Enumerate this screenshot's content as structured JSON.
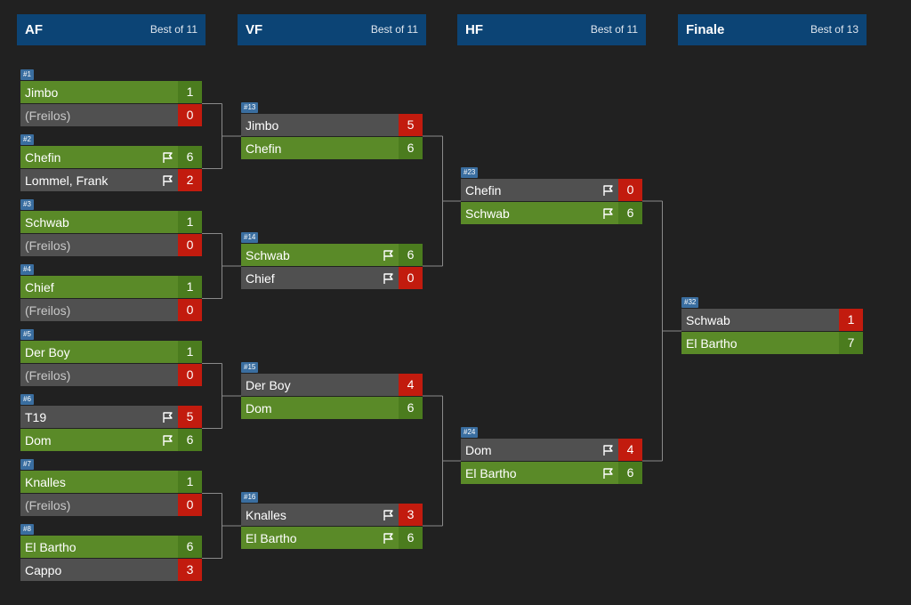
{
  "rounds": [
    {
      "name": "AF",
      "best_of": "Best of 11"
    },
    {
      "name": "VF",
      "best_of": "Best of 11"
    },
    {
      "name": "HF",
      "best_of": "Best of 11"
    },
    {
      "name": "Finale",
      "best_of": "Best of 13"
    }
  ],
  "matches": [
    {
      "round": 0,
      "slot": 0,
      "num": "#1",
      "players": [
        {
          "name": "Jimbo",
          "score": "1",
          "win": true,
          "flag": false,
          "bye": false
        },
        {
          "name": "(Freilos)",
          "score": "0",
          "win": false,
          "flag": false,
          "bye": true
        }
      ]
    },
    {
      "round": 0,
      "slot": 1,
      "num": "#2",
      "players": [
        {
          "name": "Chefin",
          "score": "6",
          "win": true,
          "flag": true,
          "bye": false
        },
        {
          "name": "Lommel, Frank",
          "score": "2",
          "win": false,
          "flag": true,
          "bye": false
        }
      ]
    },
    {
      "round": 0,
      "slot": 2,
      "num": "#3",
      "players": [
        {
          "name": "Schwab",
          "score": "1",
          "win": true,
          "flag": false,
          "bye": false
        },
        {
          "name": "(Freilos)",
          "score": "0",
          "win": false,
          "flag": false,
          "bye": true
        }
      ]
    },
    {
      "round": 0,
      "slot": 3,
      "num": "#4",
      "players": [
        {
          "name": "Chief",
          "score": "1",
          "win": true,
          "flag": false,
          "bye": false
        },
        {
          "name": "(Freilos)",
          "score": "0",
          "win": false,
          "flag": false,
          "bye": true
        }
      ]
    },
    {
      "round": 0,
      "slot": 4,
      "num": "#5",
      "players": [
        {
          "name": "Der Boy",
          "score": "1",
          "win": true,
          "flag": false,
          "bye": false
        },
        {
          "name": "(Freilos)",
          "score": "0",
          "win": false,
          "flag": false,
          "bye": true
        }
      ]
    },
    {
      "round": 0,
      "slot": 5,
      "num": "#6",
      "players": [
        {
          "name": "T19",
          "score": "5",
          "win": false,
          "flag": true,
          "bye": false
        },
        {
          "name": "Dom",
          "score": "6",
          "win": true,
          "flag": true,
          "bye": false
        }
      ]
    },
    {
      "round": 0,
      "slot": 6,
      "num": "#7",
      "players": [
        {
          "name": "Knalles",
          "score": "1",
          "win": true,
          "flag": false,
          "bye": false
        },
        {
          "name": "(Freilos)",
          "score": "0",
          "win": false,
          "flag": false,
          "bye": true
        }
      ]
    },
    {
      "round": 0,
      "slot": 7,
      "num": "#8",
      "players": [
        {
          "name": "El Bartho",
          "score": "6",
          "win": true,
          "flag": false,
          "bye": false
        },
        {
          "name": "Cappo",
          "score": "3",
          "win": false,
          "flag": false,
          "bye": false
        }
      ]
    },
    {
      "round": 1,
      "slot": 0,
      "num": "#13",
      "players": [
        {
          "name": "Jimbo",
          "score": "5",
          "win": false,
          "flag": false,
          "bye": false
        },
        {
          "name": "Chefin",
          "score": "6",
          "win": true,
          "flag": false,
          "bye": false
        }
      ]
    },
    {
      "round": 1,
      "slot": 1,
      "num": "#14",
      "players": [
        {
          "name": "Schwab",
          "score": "6",
          "win": true,
          "flag": true,
          "bye": false
        },
        {
          "name": "Chief",
          "score": "0",
          "win": false,
          "flag": true,
          "bye": false
        }
      ]
    },
    {
      "round": 1,
      "slot": 2,
      "num": "#15",
      "players": [
        {
          "name": "Der Boy",
          "score": "4",
          "win": false,
          "flag": false,
          "bye": false
        },
        {
          "name": "Dom",
          "score": "6",
          "win": true,
          "flag": false,
          "bye": false
        }
      ]
    },
    {
      "round": 1,
      "slot": 3,
      "num": "#16",
      "players": [
        {
          "name": "Knalles",
          "score": "3",
          "win": false,
          "flag": true,
          "bye": false
        },
        {
          "name": "El Bartho",
          "score": "6",
          "win": true,
          "flag": true,
          "bye": false
        }
      ]
    },
    {
      "round": 2,
      "slot": 0,
      "num": "#23",
      "players": [
        {
          "name": "Chefin",
          "score": "0",
          "win": false,
          "flag": true,
          "bye": false
        },
        {
          "name": "Schwab",
          "score": "6",
          "win": true,
          "flag": true,
          "bye": false
        }
      ]
    },
    {
      "round": 2,
      "slot": 1,
      "num": "#24",
      "players": [
        {
          "name": "Dom",
          "score": "4",
          "win": false,
          "flag": true,
          "bye": false
        },
        {
          "name": "El Bartho",
          "score": "6",
          "win": true,
          "flag": true,
          "bye": false
        }
      ]
    },
    {
      "round": 3,
      "slot": 0,
      "num": "#32",
      "players": [
        {
          "name": "Schwab",
          "score": "1",
          "win": false,
          "flag": false,
          "bye": false
        },
        {
          "name": "El Bartho",
          "score": "7",
          "win": true,
          "flag": false,
          "bye": false
        }
      ]
    }
  ],
  "icons": {
    "flag": "flag-icon"
  },
  "colors": {
    "background": "#212121",
    "header": "#0c4475",
    "win": "#5a8a28",
    "lose": "#505050",
    "loss_score": "#c21b0e"
  }
}
